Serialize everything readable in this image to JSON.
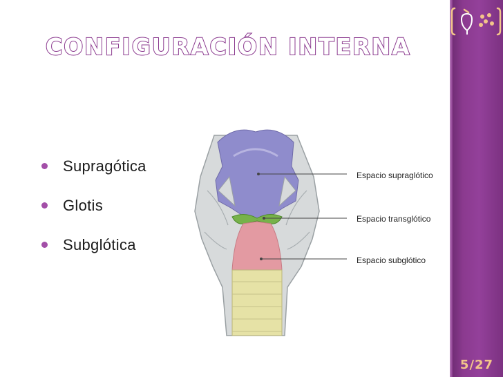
{
  "slide": {
    "title": "CONFIGURACIÓN INTERNA",
    "bullets": [
      {
        "label": "Supragótica"
      },
      {
        "label": "Glotis"
      },
      {
        "label": "Subglótica"
      }
    ],
    "figure": {
      "labels": [
        {
          "text": "Espacio supraglótico"
        },
        {
          "text": "Espacio transglótico"
        },
        {
          "text": "Espacio subglótico"
        }
      ]
    },
    "page_number": "5/27"
  },
  "colors": {
    "sidebar": "#8b3a8f",
    "bullet": "#a34fa8",
    "supraglottic": "#8f8ccc",
    "glottis": "#77b24a",
    "subglottic": "#e39aa2",
    "trachea": "#e6e2a6",
    "cartilage": "#d7dadb",
    "page_number": "#f3c58a"
  },
  "icons": {
    "logo": "face-with-dots-logo"
  }
}
